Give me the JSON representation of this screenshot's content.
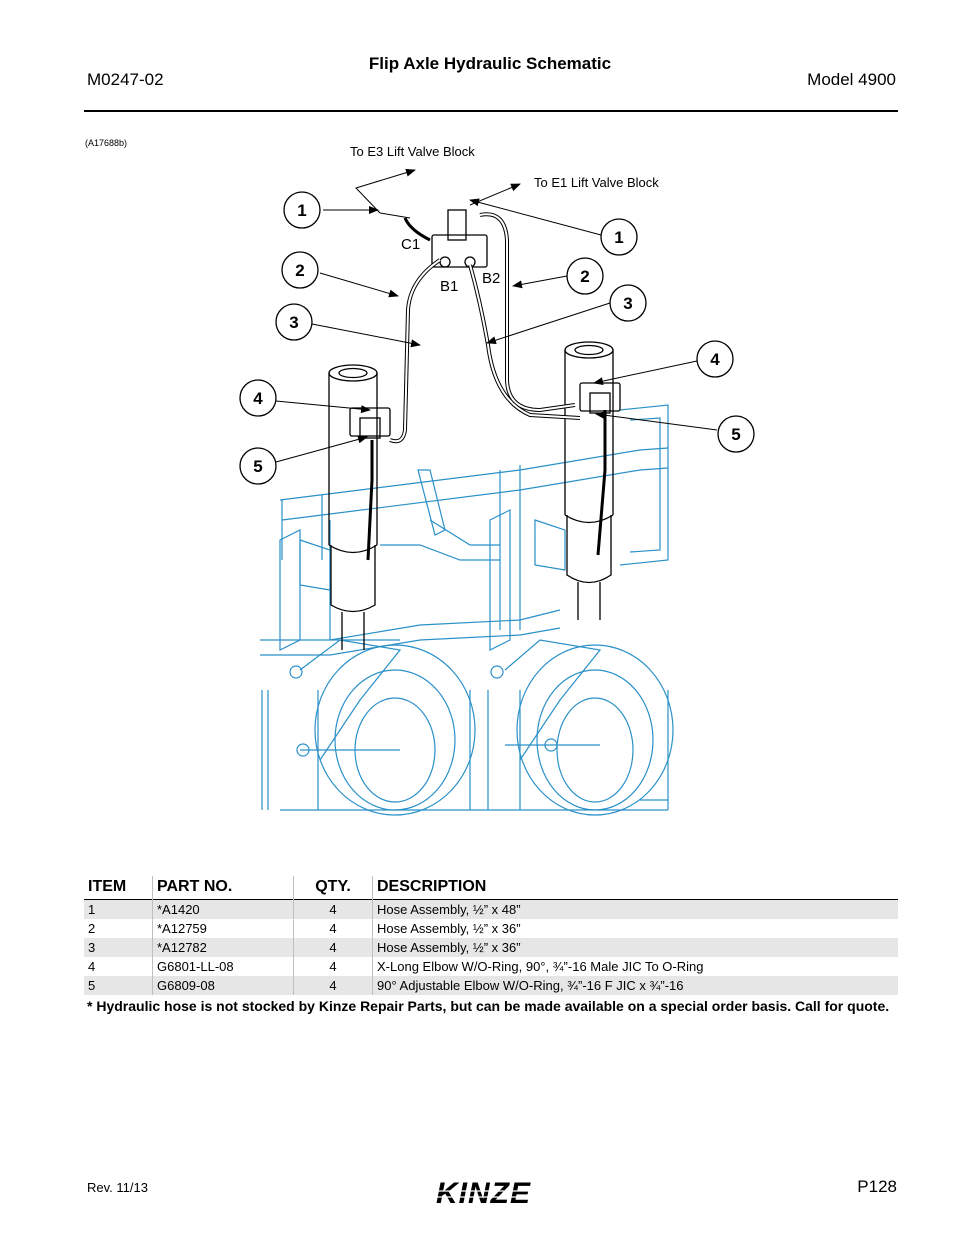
{
  "header": {
    "doc_number": "M0247-02",
    "title": "Flip Axle Hydraulic Schematic",
    "model": "Model 4900"
  },
  "figure": {
    "figure_id": "(A17688b)",
    "callout_e3": "To E3 Lift Valve Block",
    "callout_e1": "To E1 Lift Valve Block",
    "port_c1": "C1",
    "port_b1": "B1",
    "port_b2": "B2",
    "balloons": [
      "1",
      "2",
      "3",
      "4",
      "5",
      "1",
      "2",
      "3",
      "4",
      "5"
    ],
    "line_color": "#2a90c8"
  },
  "parts_table": {
    "headers": [
      "ITEM",
      "PART NO.",
      "QTY.",
      "DESCRIPTION"
    ],
    "rows": [
      [
        "1",
        "*A1420",
        "4",
        "Hose Assembly, ½” x 48”"
      ],
      [
        "2",
        "*A12759",
        "4",
        "Hose Assembly, ½” x 36”"
      ],
      [
        "3",
        "*A12782",
        "4",
        "Hose Assembly, ½” x 36”"
      ],
      [
        "4",
        "G6801-LL-08",
        "4",
        "X-Long Elbow W/O-Ring, 90°, ¾”-16 Male JIC To O-Ring"
      ],
      [
        "5",
        "G6809-08",
        "4",
        "90° Adjustable Elbow W/O-Ring, ¾”-16 F JIC x ¾”-16"
      ]
    ],
    "footnote": "* Hydraulic hose is not stocked by Kinze Repair Parts, but can be made available on a special order basis. Call for quote."
  },
  "footer": {
    "revision": "Rev. 11/13",
    "page": "P128",
    "logo_text": "KINZE"
  }
}
